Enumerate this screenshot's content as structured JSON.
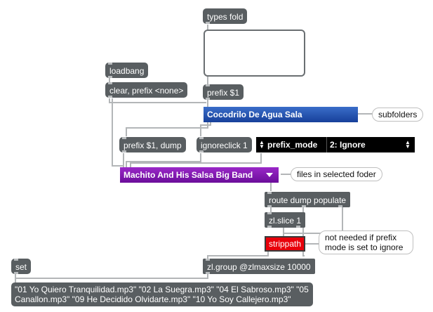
{
  "objects": {
    "types_fold": "types fold",
    "loadbang": "loadbang",
    "clear_prefix": "clear, prefix <none>",
    "prefix_1": "prefix $1",
    "prefix_dump": "prefix $1, dump",
    "ignoreclick": "ignoreclick 1",
    "route": "route dump populate",
    "zlslice": "zl.slice 1",
    "strippath": "strippath",
    "zlgroup": "zl.group @zlmaxsize 10000",
    "set": "set"
  },
  "menus": {
    "folder_selected": "Cocodrilo De Agua Sala",
    "file_selected": "Machito And His Salsa Big Band"
  },
  "attrui": {
    "attribute": "prefix_mode",
    "value": "2: Ignore"
  },
  "comments": {
    "subfolders": "subfolders",
    "files_in_folder": "files in selected foder",
    "not_needed": "not needed if prefix mode is set to ignore"
  },
  "output_message": "\"01 Yo Quiero Tranquilidad.mp3\" \"02 La Suegra.mp3\" \"04 El Sabroso.mp3\" \"05 Canallon.mp3\" \"09 He Decidido Olvidarte.mp3\" \"10 Yo Soy Callejero.mp3\"",
  "colors": {
    "object_bg": "#595e61",
    "menu_blue": "#2a56b3",
    "menu_purple": "#8a1cb8",
    "strippath_red": "#e8000a",
    "cord": "#b3b6b8"
  }
}
